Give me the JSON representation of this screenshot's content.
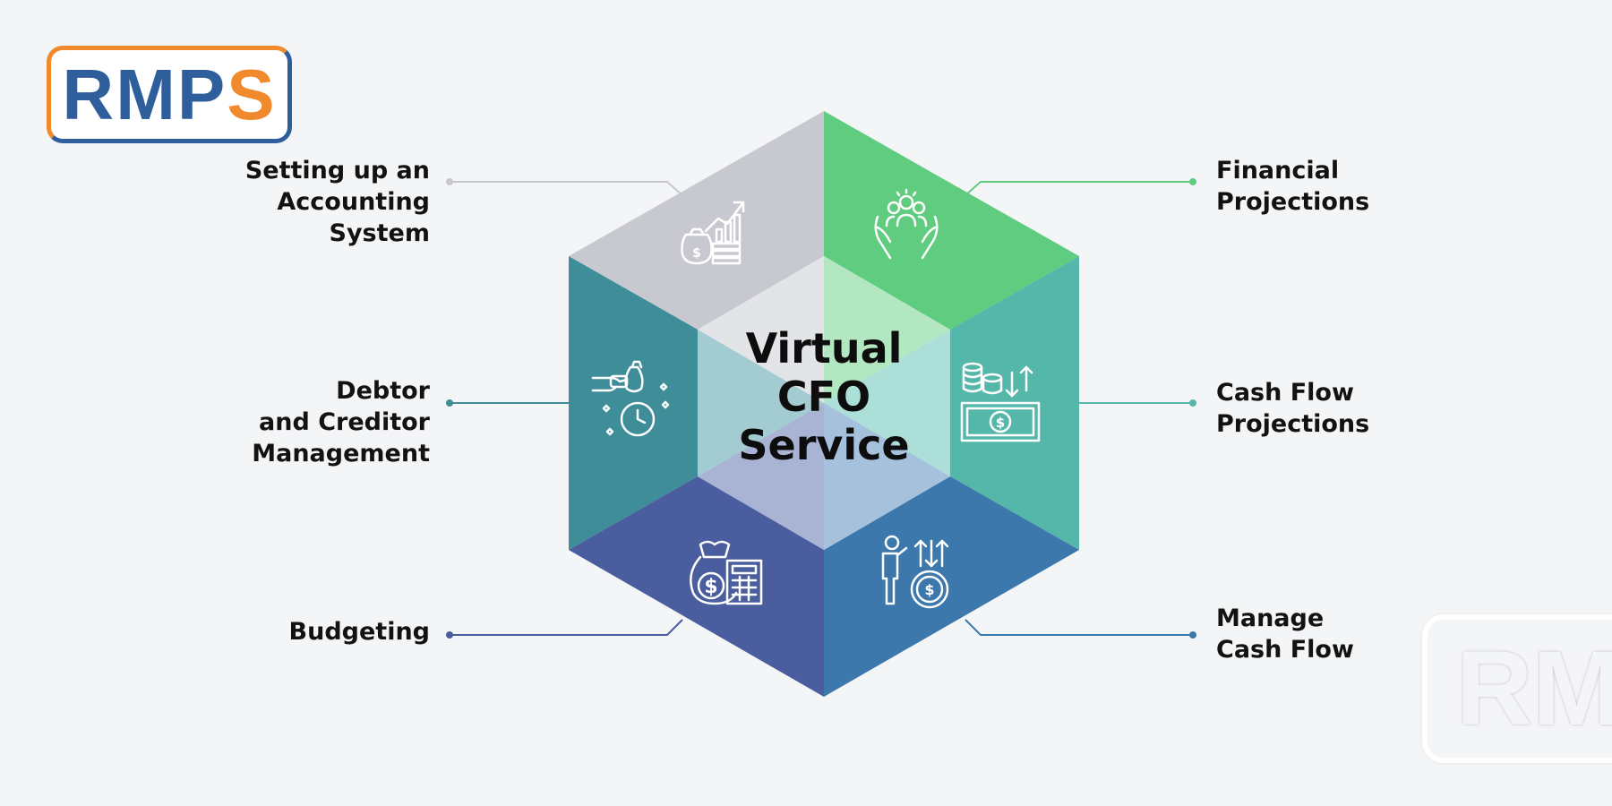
{
  "logo": {
    "text_main": "RMP",
    "text_accent": "S"
  },
  "watermark": {
    "text": "RM"
  },
  "center": {
    "title": "Virtual\nCFO\nService"
  },
  "colors": {
    "top_left": "#c8c9d0",
    "top_right": "#5fcc7f",
    "left": "#3e8d98",
    "right": "#54b7aa",
    "bottom_left": "#4a5d9e",
    "bottom_right": "#3d78ad",
    "inner_light": "#dfe2e7",
    "logo_orange": "#f08a2c",
    "logo_blue": "#2f5e9c"
  },
  "services": [
    {
      "label": "Setting up an\nAccounting\nSystem",
      "icon": "money-bag-growth-chart-icon"
    },
    {
      "label": "Financial\nProjections",
      "icon": "hands-team-icon"
    },
    {
      "label": "Debtor\nand Creditor\nManagement",
      "icon": "hand-money-bag-clock-icon"
    },
    {
      "label": "Cash Flow\nProjections",
      "icon": "coins-banknote-arrows-icon"
    },
    {
      "label": "Budgeting",
      "icon": "money-bag-calculator-icon"
    },
    {
      "label": "Manage\nCash Flow",
      "icon": "person-coin-arrows-icon"
    }
  ]
}
